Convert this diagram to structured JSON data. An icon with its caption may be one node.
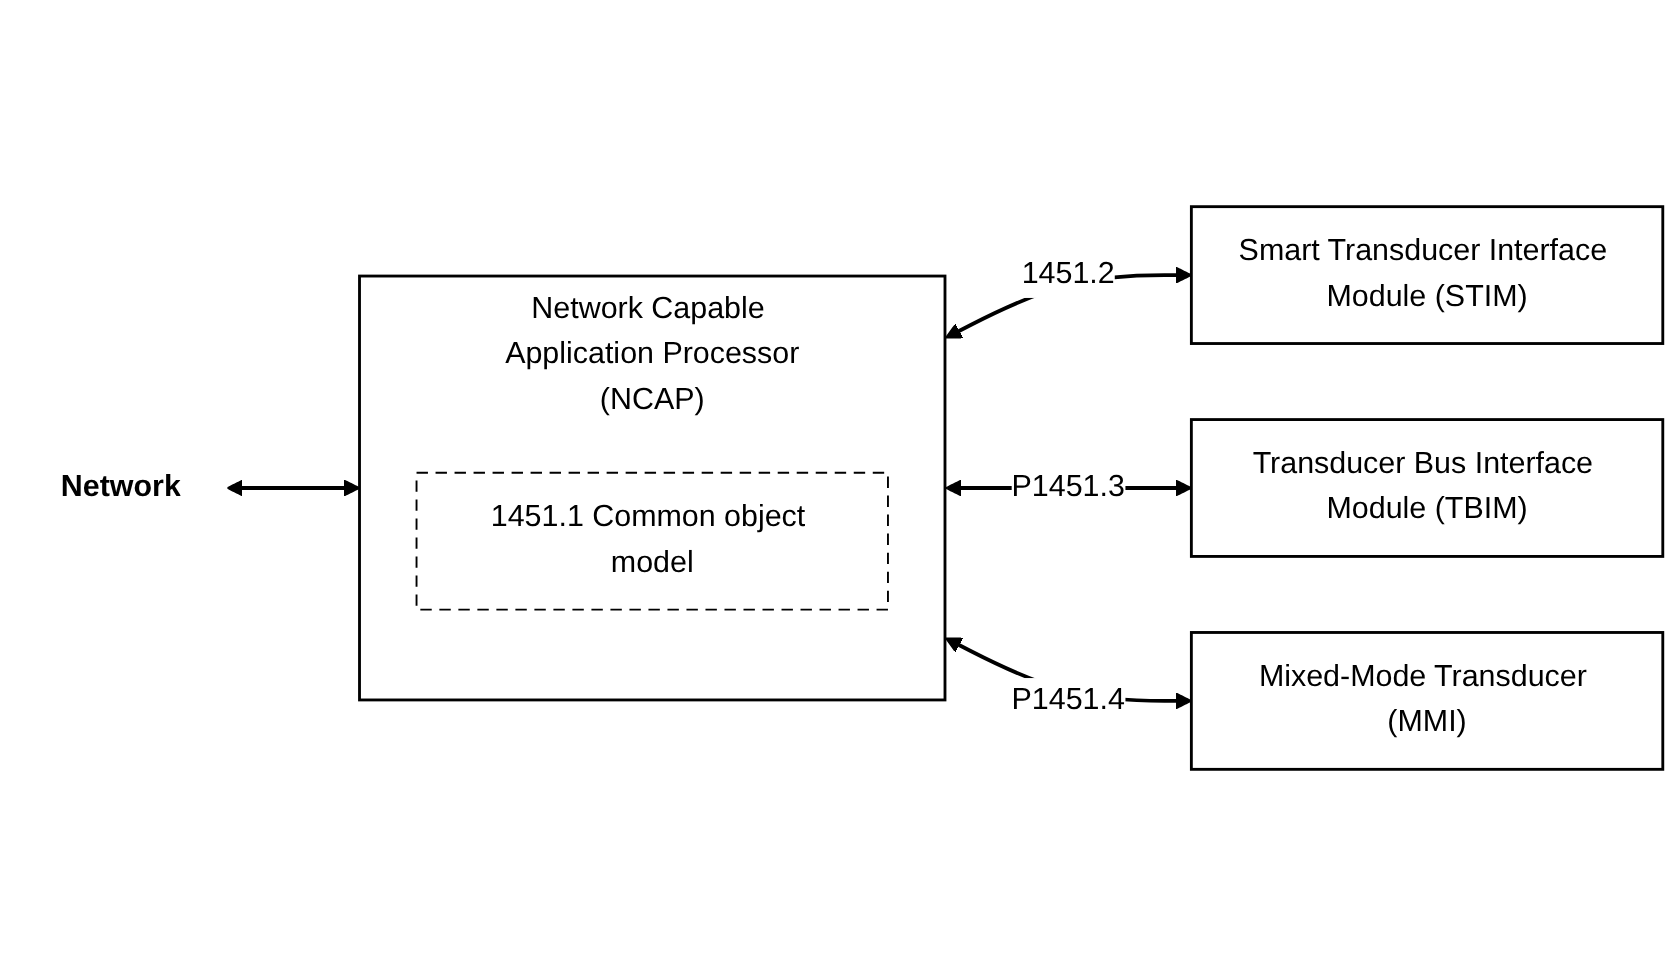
{
  "diagram": {
    "nodes": [
      {
        "text": [
          "Network"
        ]
      },
      {
        "text": [
          "Network Capable Application Processor",
          "(NCAP)"
        ]
      },
      {
        "text": [
          "1451.1 Common object model"
        ],
        "in": 1
      },
      {
        "text": [
          "Smart Transducer Interface Module (STIM)"
        ]
      },
      {
        "text": [
          "Transducer Bus Interface Module (TBIM)"
        ]
      },
      {
        "text": [
          "Mixed-Mode Transducer (MMI)"
        ]
      }
    ],
    "edges": [
      {
        "from": 0,
        "to": 1,
        "arrow": "both"
      },
      {
        "from": 1,
        "to": 3,
        "arrow": "both",
        "label": "1451.2"
      },
      {
        "from": 1,
        "to": 4,
        "arrow": "both",
        "label": "P1451.3"
      },
      {
        "from": 1,
        "to": 5,
        "arrow": "both",
        "label": "P1451.4"
      }
    ]
  }
}
